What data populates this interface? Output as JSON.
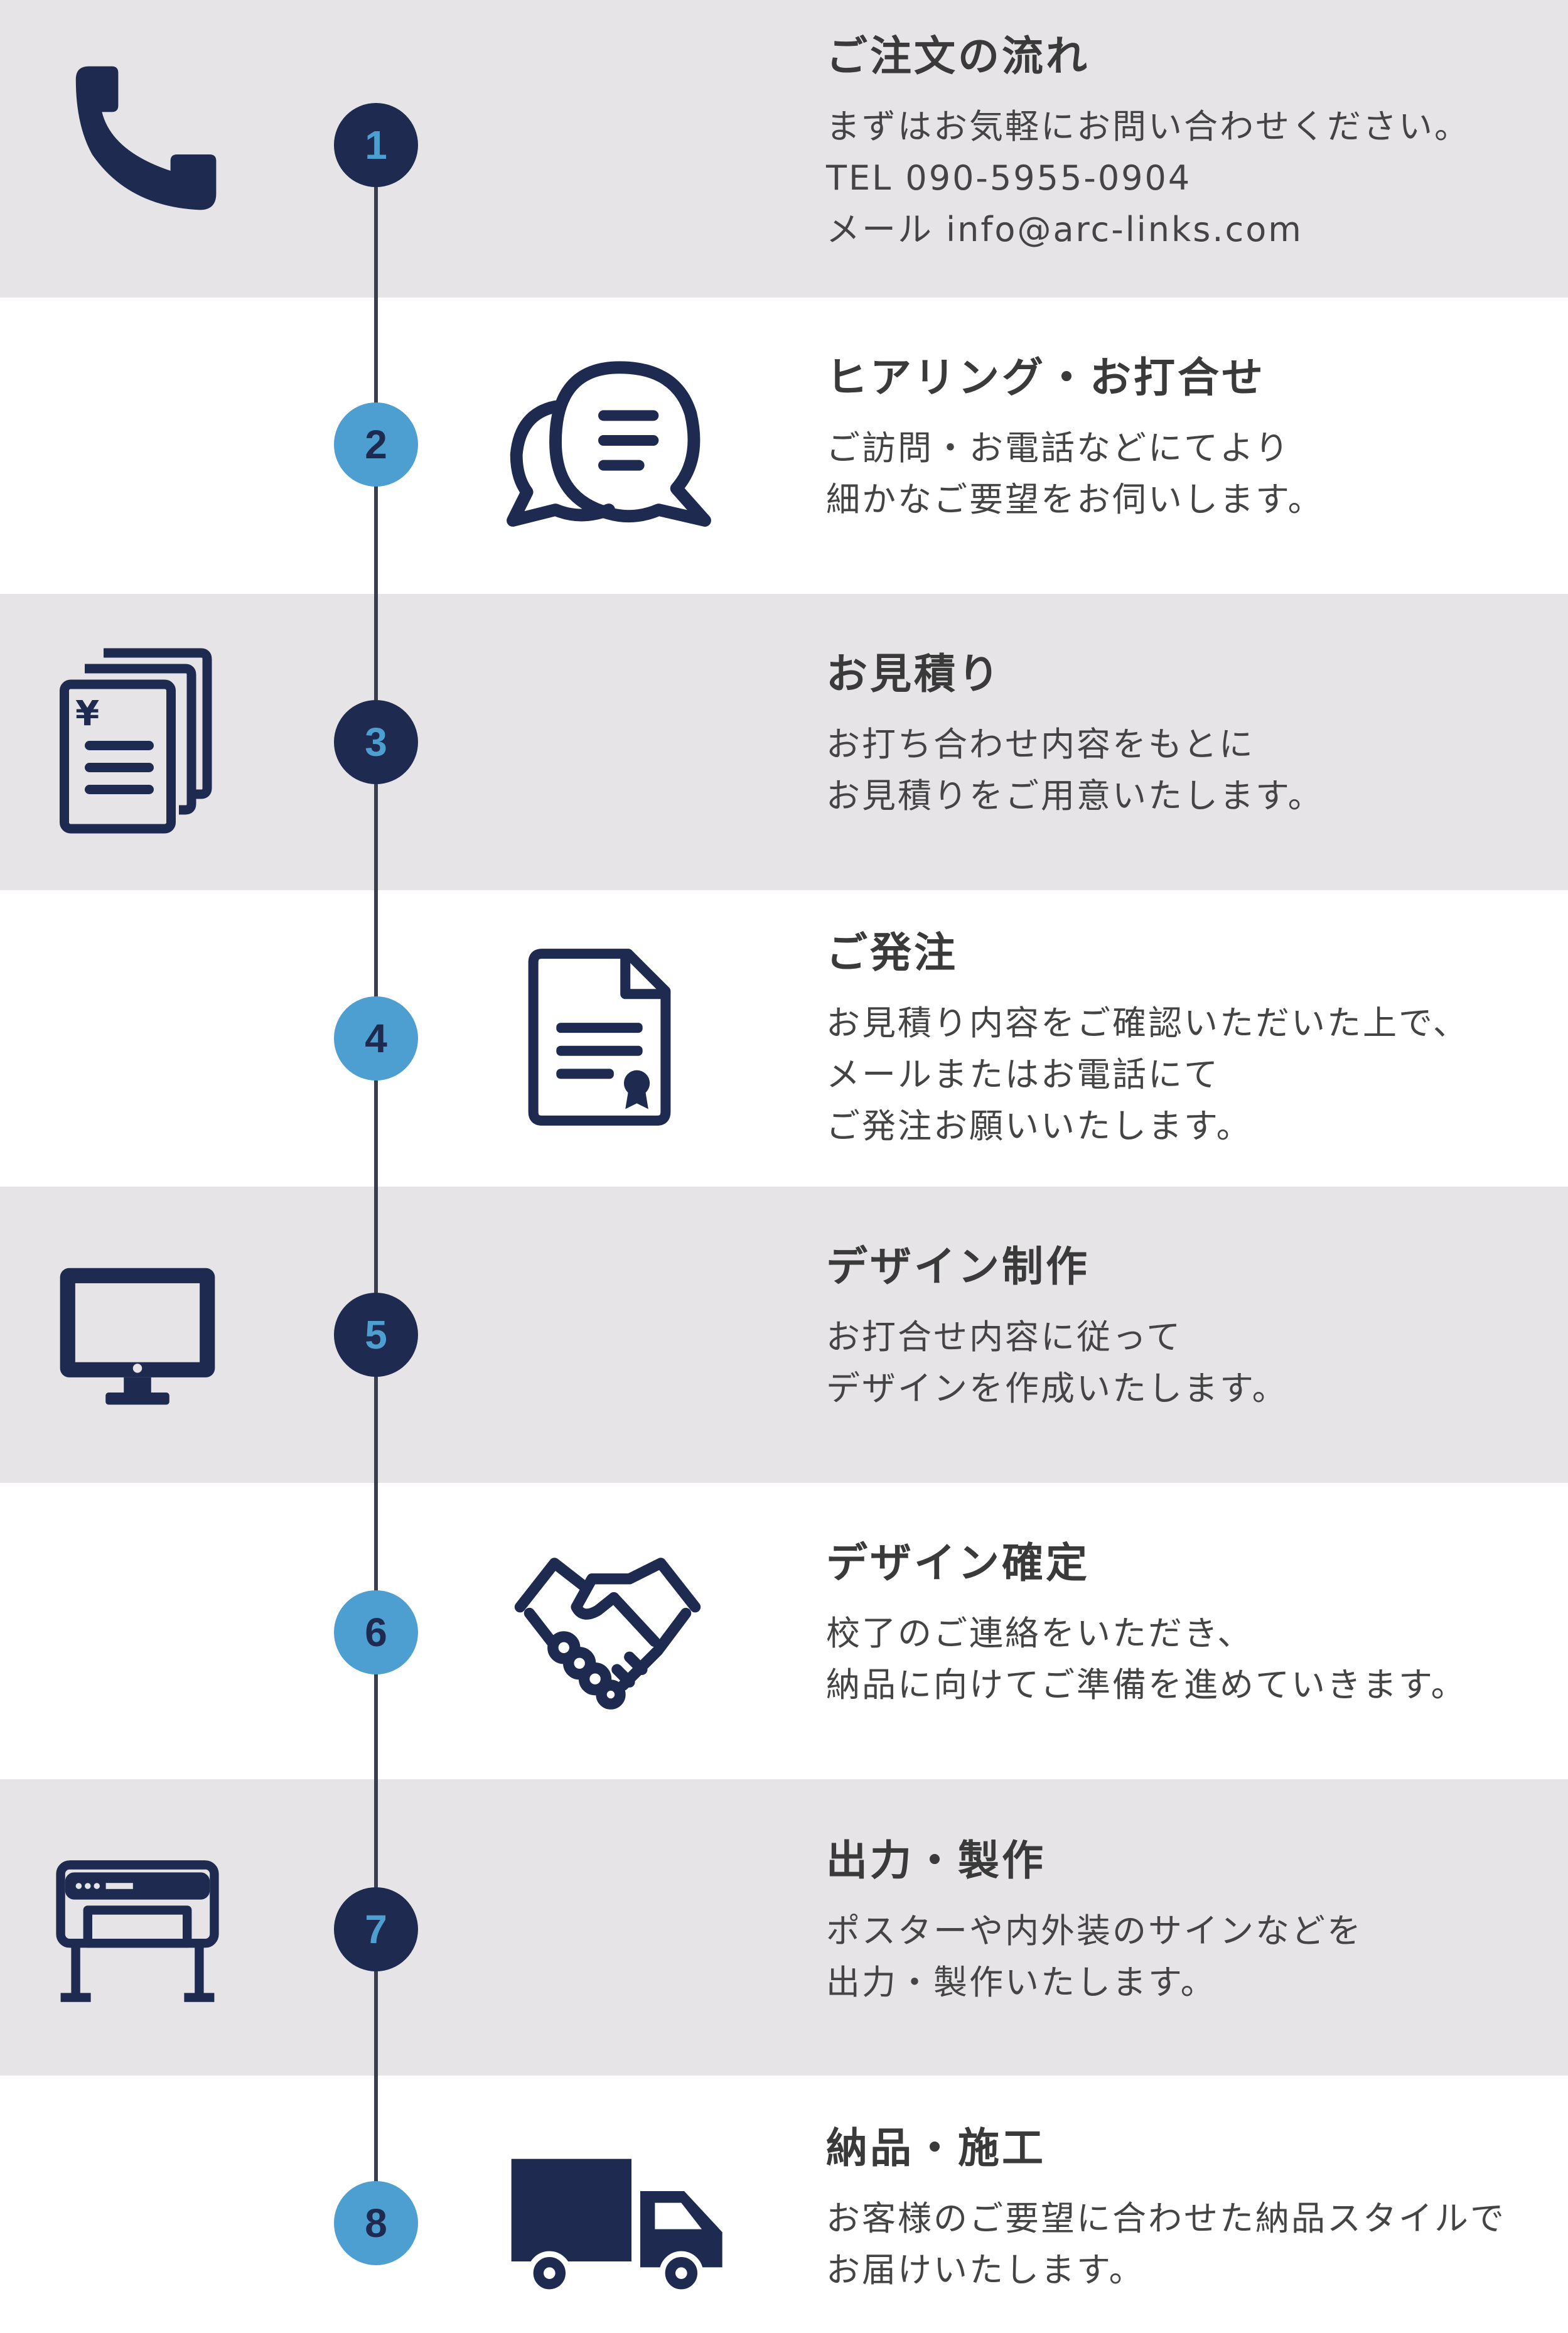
{
  "colors": {
    "navy": "#1e2a4f",
    "blue": "#4e9fd1",
    "band_gray": "#e6e4e7",
    "text": "#3a3a3a"
  },
  "steps": [
    {
      "number": "1",
      "title": "ご注文の流れ",
      "lines": [
        "まずはお気軽にお問い合わせください。",
        "TEL 090-5955-0904",
        "メール info@arc-links.com"
      ],
      "icon": "phone-icon"
    },
    {
      "number": "2",
      "title": "ヒアリング・お打合せ",
      "lines": [
        "ご訪問・お電話などにてより",
        "細かなご要望をお伺いします。"
      ],
      "icon": "chat-bubbles-icon"
    },
    {
      "number": "3",
      "title": "お見積り",
      "lines": [
        "お打ち合わせ内容をもとに",
        "お見積りをご用意いたします。"
      ],
      "icon": "estimate-documents-icon"
    },
    {
      "number": "4",
      "title": "ご発注",
      "lines": [
        "お見積り内容をご確認いただいた上で、",
        "メールまたはお電話にて",
        "ご発注お願いいたします。"
      ],
      "icon": "certificate-document-icon"
    },
    {
      "number": "5",
      "title": "デザイン制作",
      "lines": [
        "お打合せ内容に従って",
        "デザインを作成いたします。"
      ],
      "icon": "monitor-icon"
    },
    {
      "number": "6",
      "title": "デザイン確定",
      "lines": [
        "校了のご連絡をいただき、",
        "納品に向けてご準備を進めていきます。"
      ],
      "icon": "handshake-icon"
    },
    {
      "number": "7",
      "title": "出力・製作",
      "lines": [
        "ポスターや内外装のサインなどを",
        "出力・製作いたします。"
      ],
      "icon": "printer-icon"
    },
    {
      "number": "8",
      "title": "納品・施工",
      "lines": [
        "お客様のご要望に合わせた納品スタイルで",
        "お届けいたします。"
      ],
      "icon": "truck-icon"
    }
  ]
}
